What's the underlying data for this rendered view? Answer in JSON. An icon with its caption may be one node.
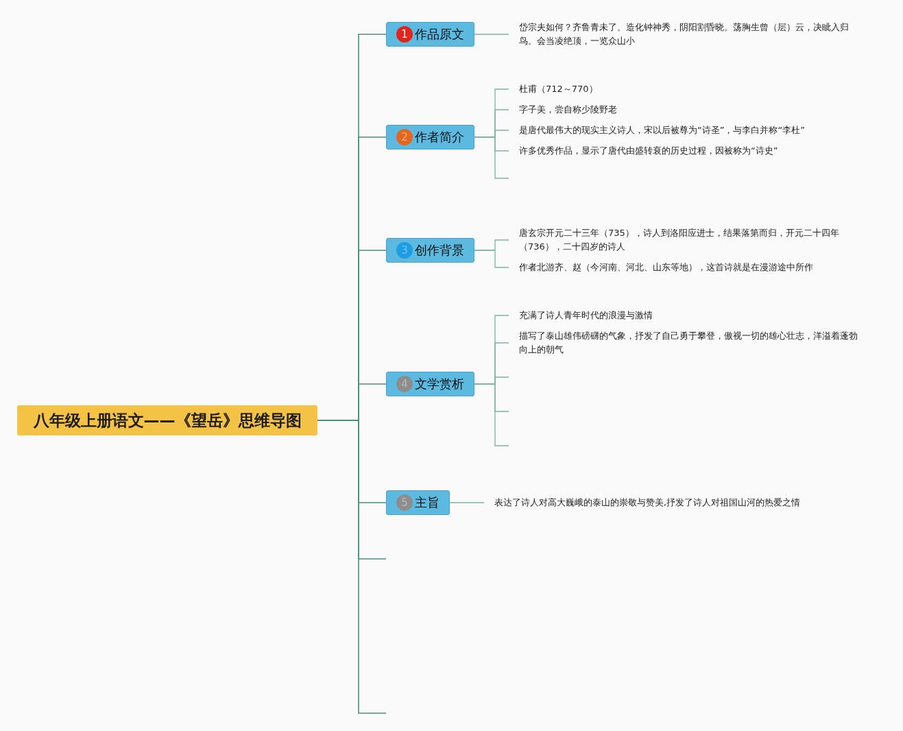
{
  "diagram": {
    "nodes": [
      {
        "text": [
          "八年级上册语文——《望岳》思维导图"
        ]
      },
      {
        "text": [
          "1",
          "作品原文"
        ]
      },
      {
        "text": [
          "岱宗夫如何？齐鲁青未了。造化钟神秀，阴阳割昏晓。荡胸生曾（层）云，决眦入归鸟。会当凌绝顶，一览众山小"
        ]
      },
      {
        "text": [
          "2",
          "作者简介"
        ]
      },
      {
        "text": [
          "杜甫（712～770）"
        ]
      },
      {
        "text": [
          "字子美，尝自称少陵野老"
        ]
      },
      {
        "text": [
          "是唐代最伟大的现实主义诗人，宋以后被尊为“诗圣”，与李白并称“李杜”"
        ]
      },
      {
        "text": [
          "许多优秀作品，显示了唐代由盛转衰的历史过程，因被称为“诗史”"
        ]
      },
      {
        "text": [
          "3",
          "创作背景"
        ]
      },
      {
        "text": [
          "唐玄宗开元二十三年（735），诗人到洛阳应进士，结果落第而归，开元二十四年（736），二十四岁的诗人"
        ]
      },
      {
        "text": [
          "作者北游齐、赵（今河南、河北、山东等地），这首诗就是在漫游途中所作"
        ]
      },
      {
        "text": [
          "4",
          "文学赏析"
        ]
      },
      {
        "text": [
          "充满了诗人青年时代的浪漫与激情"
        ]
      },
      {
        "text": [
          "描写了泰山雄伟磅礴的气象，抒发了自己勇于攀登，傲视一切的雄心壮志，洋溢着蓬勃向上的朝气"
        ]
      },
      {
        "text": [
          "5",
          "主旨"
        ]
      },
      {
        "text": [
          "表达了诗人对高大巍峨的泰山的崇敬与赞美,抒发了诗人对祖国山河的热爱之情"
        ]
      }
    ],
    "edges": [
      {
        "from": 0,
        "to": 1,
        "arrow": "none"
      },
      {
        "from": 0,
        "to": 3,
        "arrow": "none"
      },
      {
        "from": 0,
        "to": 8,
        "arrow": "none"
      },
      {
        "from": 0,
        "to": 11,
        "arrow": "none"
      },
      {
        "from": 0,
        "to": 14,
        "arrow": "none"
      },
      {
        "from": 0,
        "to": null,
        "arrow": "none"
      },
      {
        "from": 0,
        "to": null,
        "arrow": "none"
      },
      {
        "from": 1,
        "to": 2,
        "arrow": "none"
      },
      {
        "from": 3,
        "to": 4,
        "arrow": "none"
      },
      {
        "from": 3,
        "to": 5,
        "arrow": "none"
      },
      {
        "from": 3,
        "to": 6,
        "arrow": "none"
      },
      {
        "from": 3,
        "to": 7,
        "arrow": "none"
      },
      {
        "from": 3,
        "to": null,
        "arrow": "none"
      },
      {
        "from": 8,
        "to": 9,
        "arrow": "none"
      },
      {
        "from": 8,
        "to": 10,
        "arrow": "none"
      },
      {
        "from": 11,
        "to": 12,
        "arrow": "none"
      },
      {
        "from": 11,
        "to": 13,
        "arrow": "none"
      },
      {
        "from": 11,
        "to": null,
        "arrow": "none"
      },
      {
        "from": 11,
        "to": null,
        "arrow": "none"
      },
      {
        "from": 11,
        "to": null,
        "arrow": "none"
      },
      {
        "from": 14,
        "to": 15,
        "arrow": "none"
      }
    ]
  }
}
